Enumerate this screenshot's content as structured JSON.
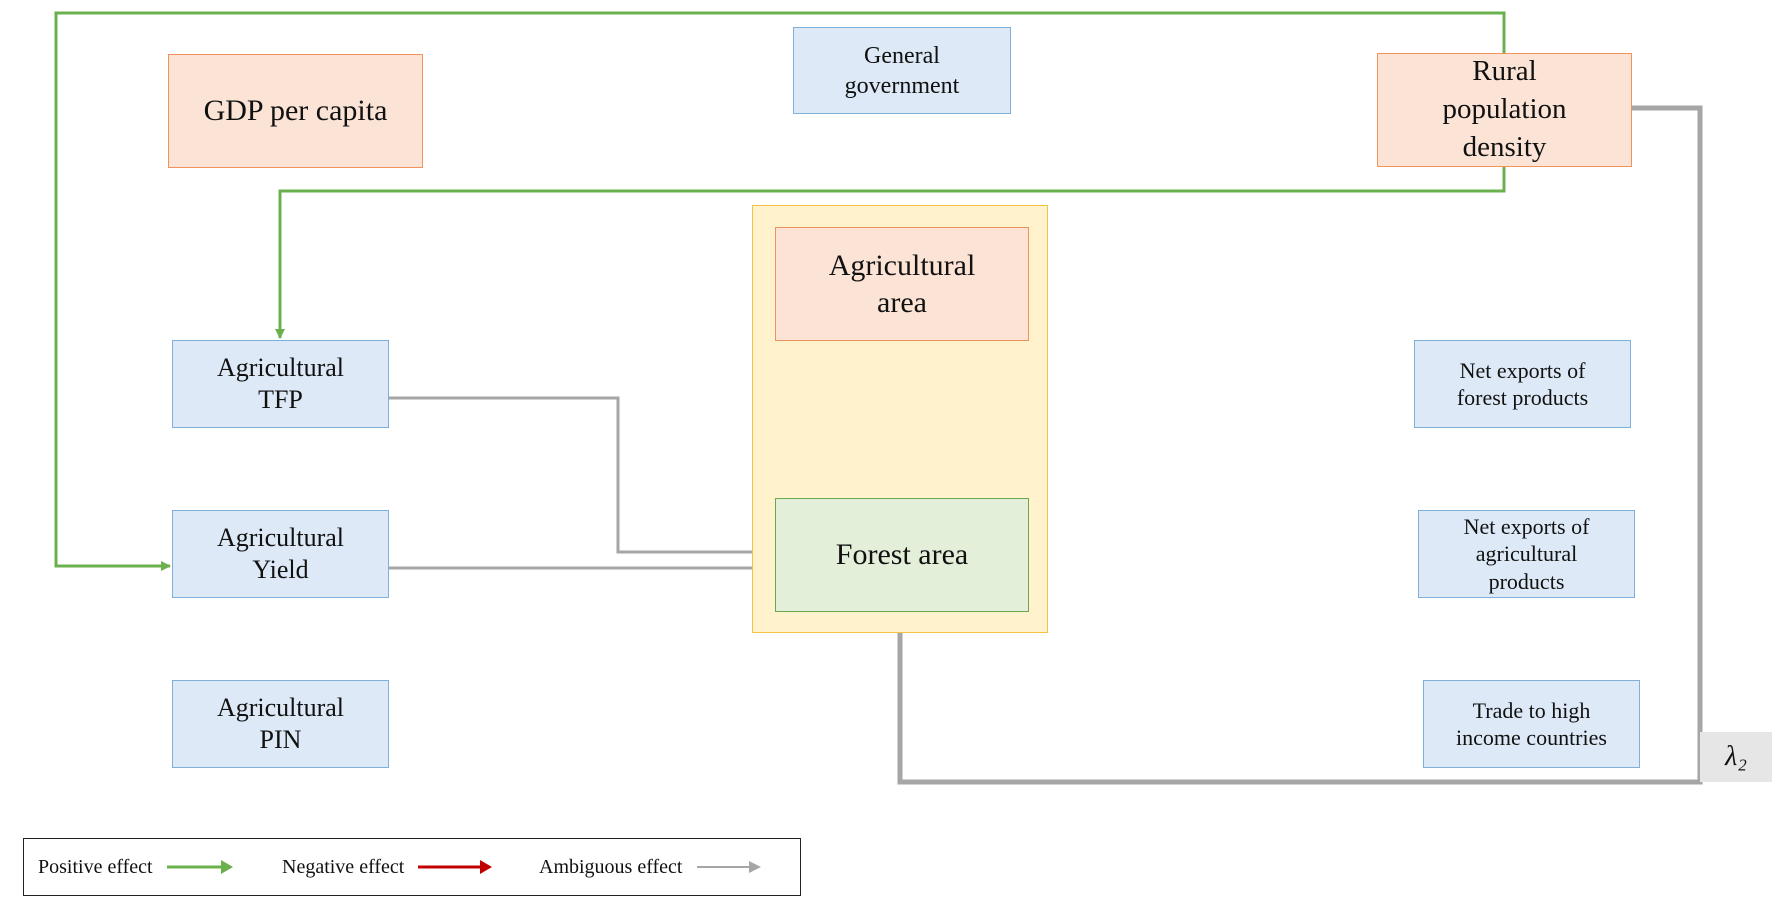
{
  "nodes": {
    "gdp_per_capita": "GDP per capita",
    "general_government": "General government",
    "rural_population_density": "Rural population density",
    "agricultural_area": "Agricultural area",
    "forest_area": "Forest area",
    "agricultural_tfp": "Agricultural TFP",
    "agricultural_yield": "Agricultural Yield",
    "agricultural_pin": "Agricultural PIN",
    "net_exports_forest": "Net exports of forest products",
    "net_exports_agri": "Net exports of agricultural products",
    "trade_high_income": "Trade to high income countries"
  },
  "lambda_label": "λ₂",
  "legend": {
    "positive": "Positive effect",
    "negative": "Negative effect",
    "ambiguous": "Ambiguous effect"
  },
  "colors": {
    "positive": "#6ab04c",
    "negative": "#c00000",
    "ambiguous": "#a6a6a6",
    "blue_fill": "#dde9f6",
    "orange_fill": "#fbe3d6",
    "green_fill": "#e3efd9",
    "yellow_panel": "#fff2cc"
  }
}
